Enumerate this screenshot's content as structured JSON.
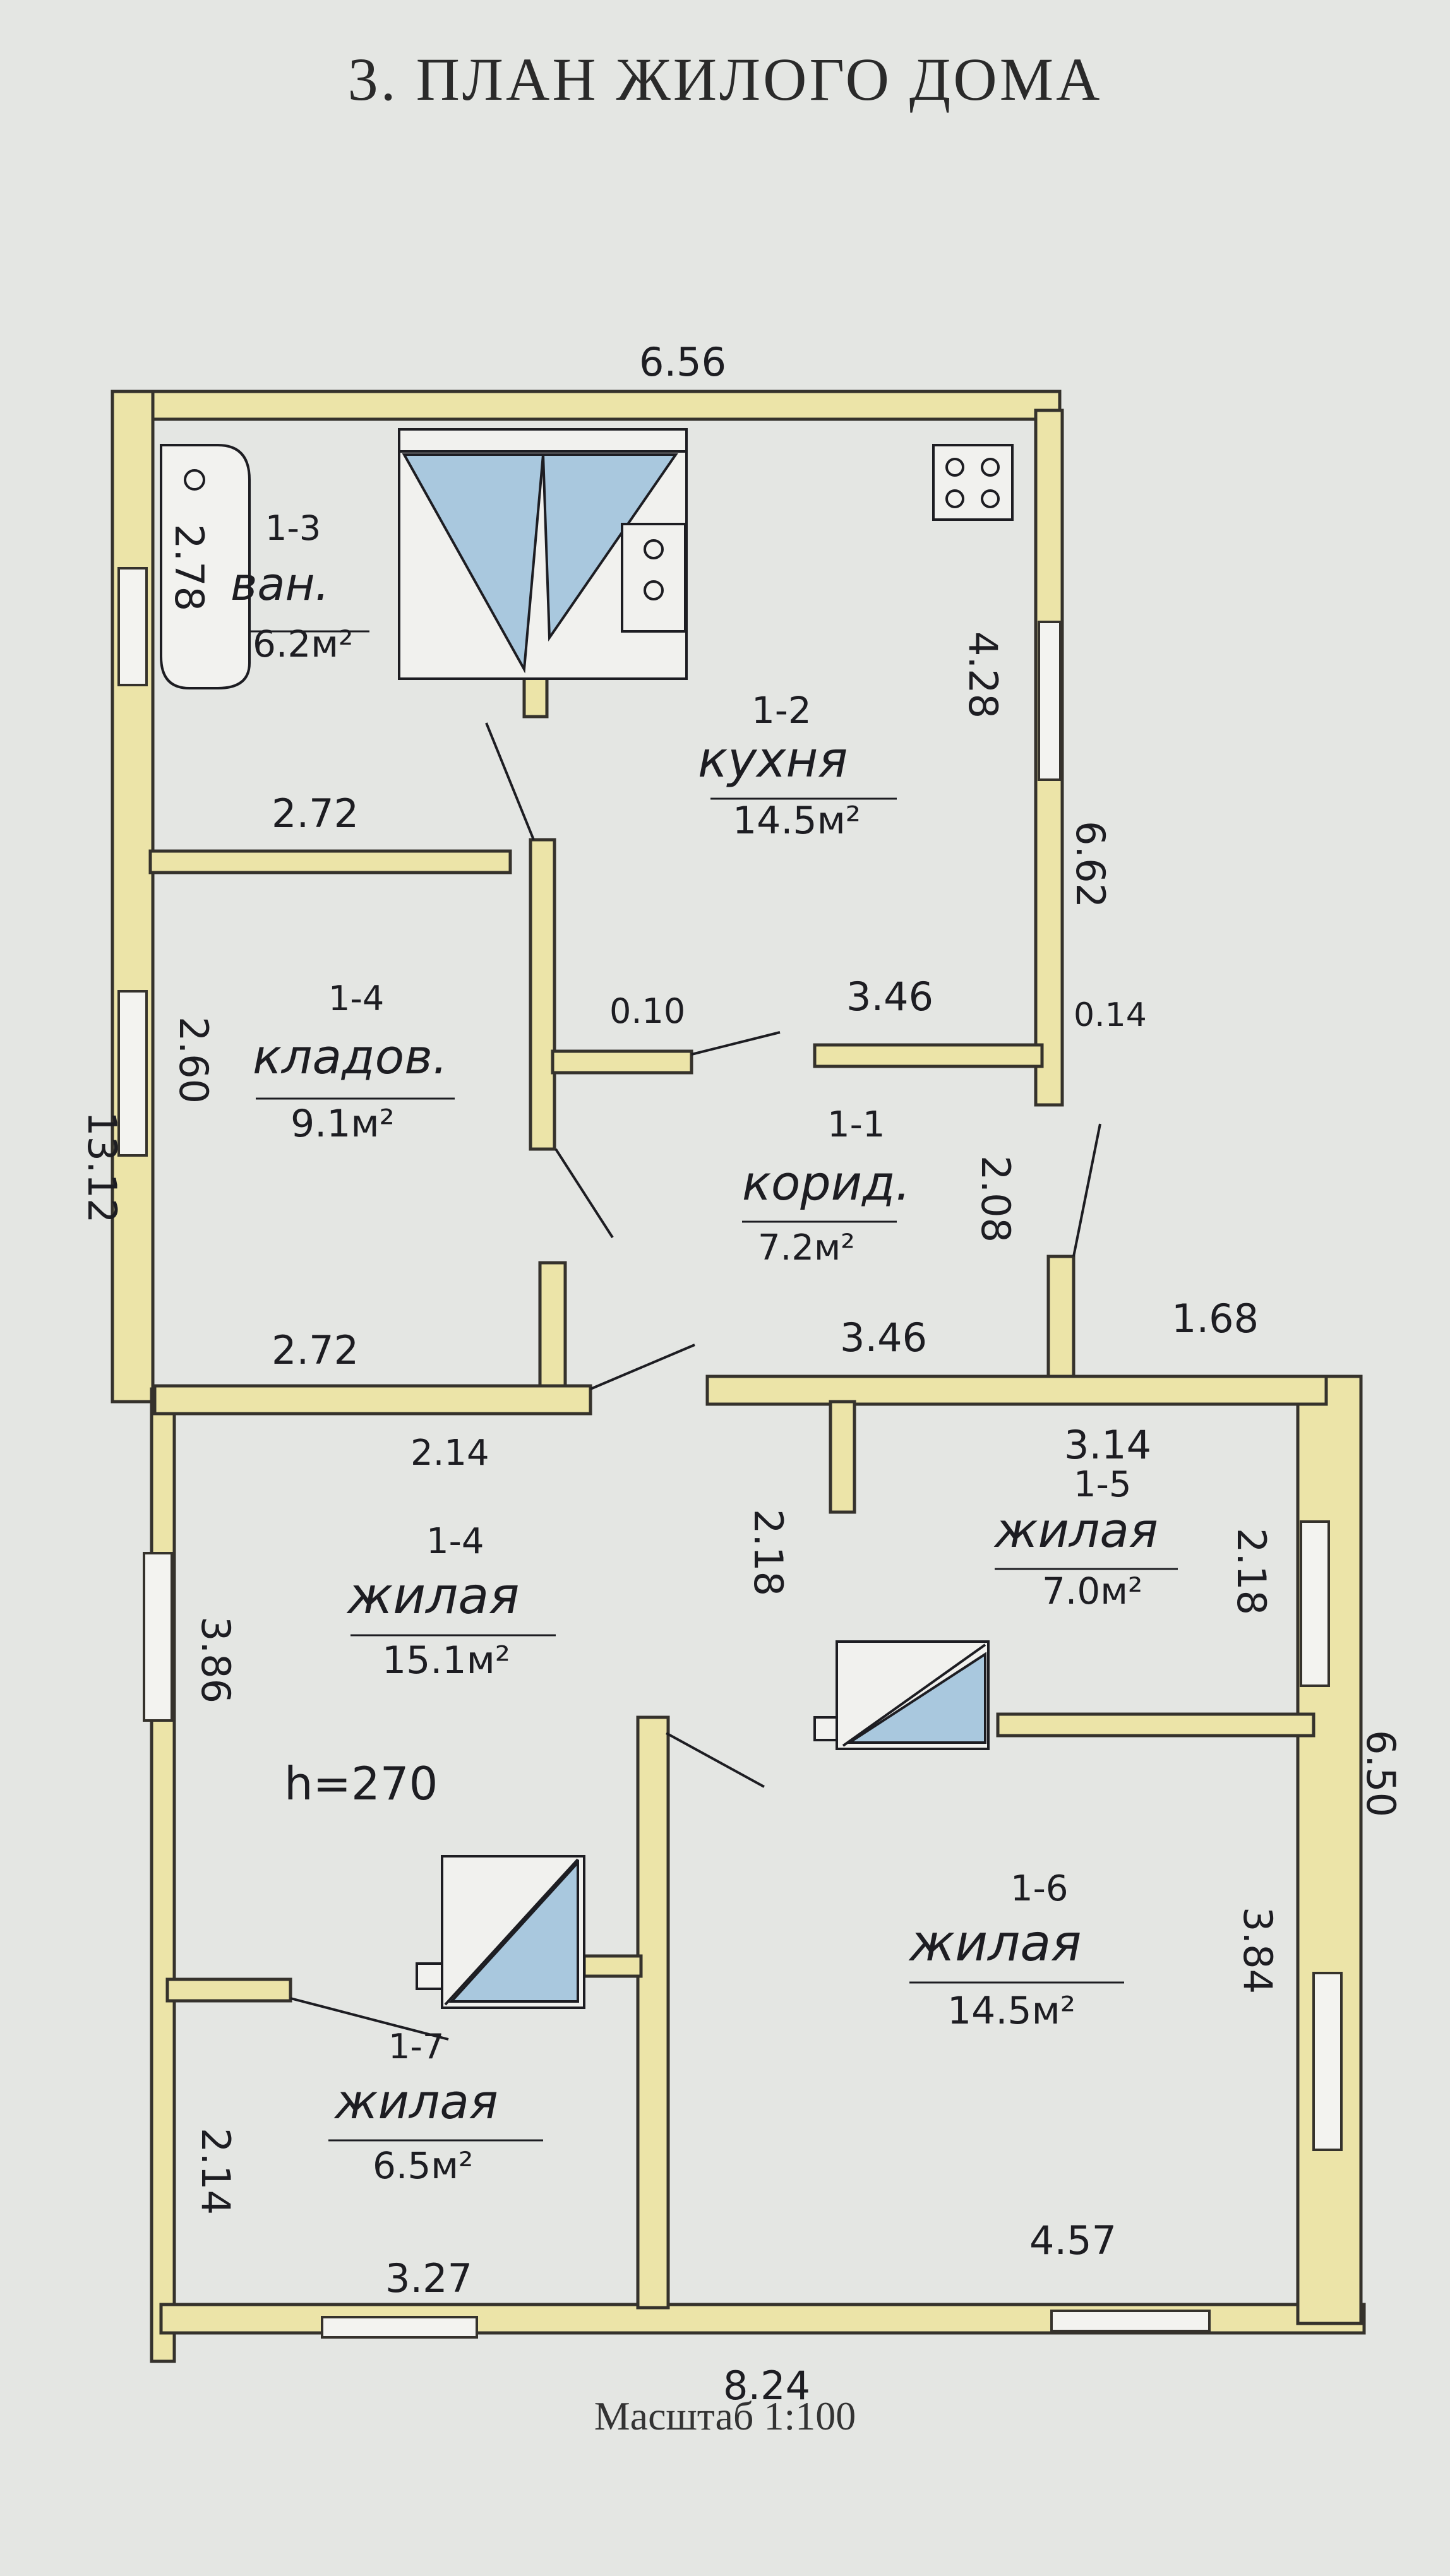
{
  "title": "3. ПЛАН ЖИЛОГО ДОМА",
  "scale": "Масштаб 1:100",
  "ceiling_height": "h=270",
  "rooms": [
    {
      "id": "1-1",
      "name": "корид.",
      "area": "7.2м²"
    },
    {
      "id": "1-2",
      "name": "кухня",
      "area": "14.5м²"
    },
    {
      "id": "1-3",
      "name": "ван.",
      "area": "6.2м²"
    },
    {
      "id": "1-4",
      "name": "кладов.",
      "area": "9.1м²"
    },
    {
      "id": "1-4",
      "name": "жилая",
      "area": "15.1м²"
    },
    {
      "id": "1-5",
      "name": "жилая",
      "area": "7.0м²"
    },
    {
      "id": "1-6",
      "name": "жилая",
      "area": "14.5м²"
    },
    {
      "id": "1-7",
      "name": "жилая",
      "area": "6.5м²"
    }
  ],
  "dimensions": {
    "top": "6.56",
    "left_total": "13.12",
    "right_upper": "6.62",
    "right_lower": "6.50",
    "bottom": "8.24",
    "kitchen_h": "4.28",
    "bath_h": "2.78",
    "bath_w": "2.72",
    "pantry_h": "2.60",
    "pantry_w": "2.72",
    "corr_w1": "0.10",
    "corr_w2": "3.46",
    "corr_right": "0.14",
    "corr_h": "2.08",
    "mid_w": "3.46",
    "mid_right": "1.68",
    "r14_top": "2.14",
    "r14_h": "3.86",
    "r15_top": "3.14",
    "r15_h": "2.18",
    "r15_left": "2.18",
    "r16_h": "3.84",
    "r16_w": "4.57",
    "r17_h": "2.14",
    "r17_w": "3.27"
  },
  "colors": {
    "wall_fill": "#ece4a8",
    "wall_line": "#35322c",
    "fixture_blue": "#a9c8de",
    "paper": "#e4e6e3",
    "ink": "#1d1d22"
  }
}
